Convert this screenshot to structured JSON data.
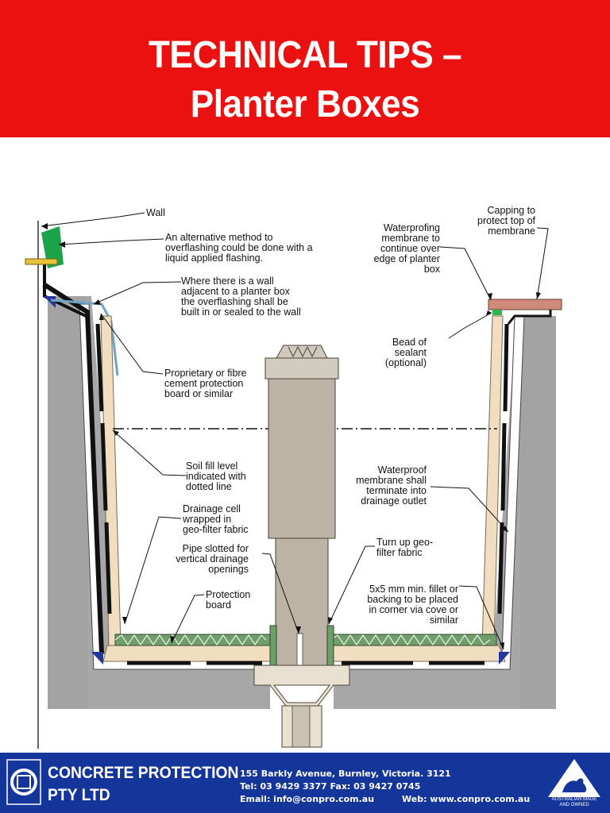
{
  "header": {
    "title_line1": "TECHNICAL TIPS –",
    "title_line2": "Planter Boxes",
    "background": "#ec1111"
  },
  "diagram": {
    "labels": {
      "wall": [
        "Wall"
      ],
      "alt_method": [
        "An alternative method to",
        "overflashing could be done with a",
        "liquid applied flashing."
      ],
      "wall_adjacent": [
        "Where there is a wall",
        "adjacent to a planter box",
        "the overflashing shall be",
        "built in or sealed to the wall"
      ],
      "protection_board_fibre": [
        "Proprietary or fibre",
        "cement protection",
        "board or similar"
      ],
      "soil_fill": [
        "Soil fill level",
        "indicated with",
        "dotted line"
      ],
      "drainage_cell": [
        "Drainage cell",
        "wrapped in",
        "geo-filter fabric"
      ],
      "pipe_slotted": [
        "Pipe slotted for",
        "vertical drainage",
        "openings"
      ],
      "protection_board": [
        "Protection",
        "board"
      ],
      "capping": [
        "Capping to",
        "protect top of",
        "membrane"
      ],
      "membrane_continue": [
        "Waterprofing",
        "membrane to",
        "continue over",
        "edge of planter",
        "box"
      ],
      "sealant": [
        "Bead of",
        "sealant",
        "(optional)"
      ],
      "membrane_terminate": [
        "Waterproof",
        "membrane shall",
        "terminate into",
        "drainage outlet"
      ],
      "turn_up": [
        "Turn up geo-",
        "filter fabric"
      ],
      "fillet": [
        "5x5 mm min. fillet or",
        "backing to be placed",
        "in corner via cove or",
        "similar"
      ]
    }
  },
  "footer": {
    "company_line1": "CONCRETE PROTECTION",
    "company_line2": "PTY LTD",
    "address": "155 Barkly Avenue, Burnley, Victoria. 3121",
    "phone_fax": "Tel: 03 9429 3377   Fax: 03 9427 0745",
    "email": "Email: info@conpro.com.au",
    "web": "Web: www.conpro.com.au",
    "badge_line1": "AUSTRALIAN MADE",
    "badge_line2": "AND OWNED",
    "background": "#14359a"
  }
}
